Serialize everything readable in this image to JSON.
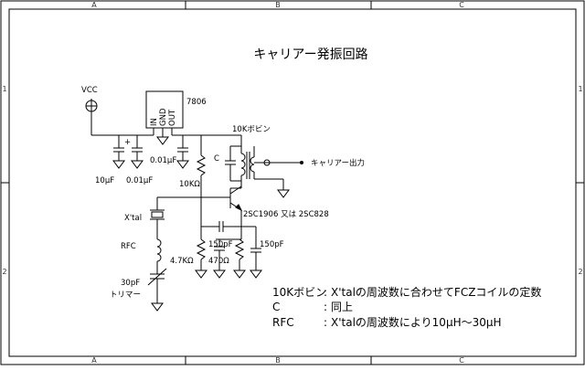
{
  "title": "キャリアー発振回路",
  "frame": {
    "col_top": [
      "A",
      "B",
      "C"
    ],
    "col_bottom": [
      "A",
      "B",
      "C"
    ],
    "row_left": [
      "1",
      "2"
    ],
    "row_right": [
      "1",
      "2"
    ]
  },
  "labels": {
    "vcc": "VCC",
    "regulator": "7806",
    "reg_pin_in": "IN",
    "reg_pin_gnd": "GND",
    "reg_pin_out": "OUT",
    "c_10uF": "10μF",
    "c_001_a": "0.01μF",
    "c_001_b": "0.01μF",
    "r_10k": "10KΩ",
    "coil": "10Kボビン",
    "c_tune": "C",
    "output": "キャリアー出力",
    "transistor": "2SC1906 又は 2SC828",
    "xtal": "X'tal",
    "rfc": "RFC",
    "c_30p": "30pF",
    "trimmer": "トリマー",
    "c_150_a": "150pF",
    "c_150_b": "150pF",
    "r_47k": "4.7KΩ",
    "r_470": "470Ω"
  },
  "notes": [
    {
      "key": "10Kボビン",
      "sep": ":",
      "text": "X'talの周波数に合わせてFCZコイルの定数"
    },
    {
      "key": "C",
      "sep": ":",
      "text": "同上"
    },
    {
      "key": "RFC",
      "sep": ":",
      "text": "X'talの周波数により10μH～30μH"
    }
  ]
}
